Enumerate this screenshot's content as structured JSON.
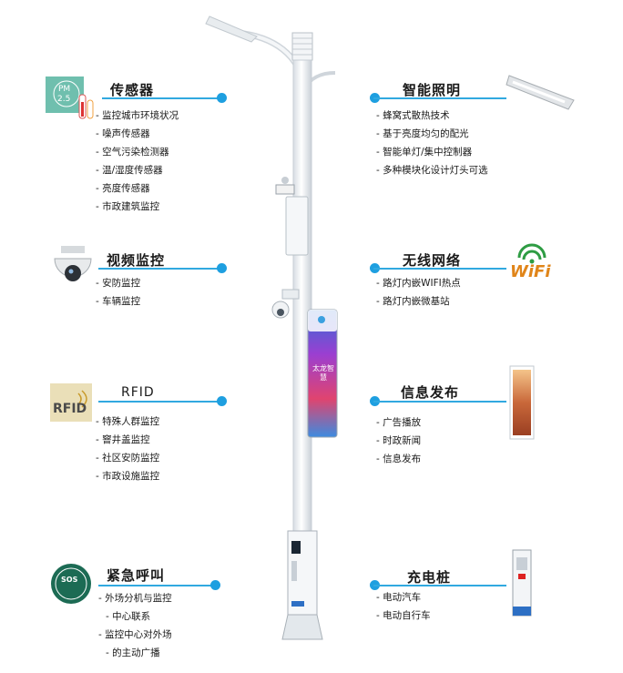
{
  "sections": [
    {
      "id": "sensor",
      "title": "传感器",
      "icon": "pm25-thermometer-icon",
      "items": [
        "监控城市环境状况",
        "噪声传感器",
        "空气污染检测器",
        "温/湿度传感器",
        "亮度传感器",
        "市政建筑监控"
      ]
    },
    {
      "id": "video",
      "title": "视频监控",
      "icon": "dome-camera-icon",
      "items": [
        "安防监控",
        "车辆监控"
      ]
    },
    {
      "id": "rfid",
      "title": "RFID",
      "icon": "rfid-icon",
      "items": [
        "特殊人群监控",
        "窨井盖监控",
        "社区安防监控",
        "市政设施监控"
      ]
    },
    {
      "id": "emergency",
      "title": "紧急呼叫",
      "icon": "sos-button-icon",
      "items": [
        "外场分机与监控",
        "中心联系",
        "监控中心对外场",
        "的主动广播"
      ]
    },
    {
      "id": "lighting",
      "title": "智能照明",
      "icon": "led-lamp-head-icon",
      "items": [
        "蜂窝式散热技术",
        "基于亮度均匀的配光",
        "智能单灯/集中控制器",
        "多种模块化设计灯头可选"
      ]
    },
    {
      "id": "wifi",
      "title": "无线网络",
      "icon": "wifi-icon",
      "items": [
        "路灯内嵌WIFI热点",
        "路灯内嵌微基站"
      ]
    },
    {
      "id": "info",
      "title": "信息发布",
      "icon": "display-screen-icon",
      "items": [
        "广告播放",
        "时政新闻",
        "信息发布"
      ]
    },
    {
      "id": "charging",
      "title": "充电桩",
      "icon": "charging-pile-icon",
      "items": [
        "电动汽车",
        "电动自行车"
      ]
    }
  ],
  "icon_text": {
    "pm": "PM",
    "pm_value": "2.5",
    "rfid": "RFID",
    "sos": "SOS",
    "wifi": "WiFi",
    "banner": "太龙智慧"
  },
  "colors": {
    "accent": "#1e9fe0",
    "line": "#31a9e0",
    "pole": "#eef1f4"
  }
}
